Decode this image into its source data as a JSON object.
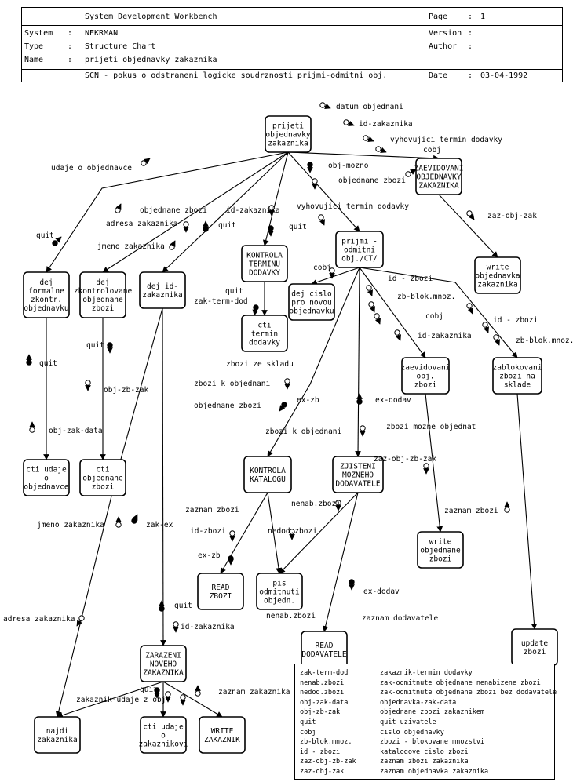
{
  "header": {
    "workbench": "System Development Workbench",
    "system_label": "System",
    "system_sep": ":",
    "system_value": "NEKRMAN",
    "type_label": "Type",
    "type_sep": ":",
    "type_value": "Structure Chart",
    "name_label": "Name",
    "name_sep": ":",
    "name_value": "prijeti objednavky zakaznika",
    "scn": "SCN - pokus o odstraneni logicke soudrznosti prijmi-odmitni obj.",
    "page_label": "Page",
    "page_sep": ":",
    "page_value": "1",
    "version_label": "Version",
    "version_sep": ":",
    "version_value": "",
    "author_label": "Author",
    "author_sep": ":",
    "author_value": "",
    "date_label": "Date",
    "date_sep": ":",
    "date_value": "03-04-1992"
  },
  "nodes": {
    "root": "prijeti|objednavky|zakaznika",
    "zaevidovani_obj": "ZAEVIDOVANI|OBJEDNAVKY|ZAKAZNIKA",
    "write_obj": "write|objednavka|zakaznika",
    "dej_formalne": "dej|formalne|zkontr.|objednavku",
    "dej_zkontrolovane": "dej|zkontrolovane|objednane|zbozi",
    "dej_id": "dej id-|zakaznika",
    "kontrola_termin": "KONTROLA|TERMINU|DODAVKY",
    "cti_termin": "cti|termin|dodavky",
    "prijmi": "prijmi -|odmitni|obj./CT/",
    "dej_cislo": "dej cislo|pro novou|objednavku",
    "zaevidovani_zbozi": "zaevidovani|obj.|zbozi",
    "zablokovani": "zablokovani|zbozi na|sklade",
    "cti_udaje_obj": "cti udaje|o|objednavce",
    "cti_objednane": "cti|objednane|zbozi",
    "kontrola_katalogu": "KONTROLA|KATALOGU",
    "zjisteni": "ZJISTENI|MOZNEHO|DODAVATELE",
    "write_zbozi": "write|objednane|zbozi",
    "read_zbozi": "READ|ZBOZI",
    "pis": "pis|odmitnuti|objedn.",
    "read_dod": "READ|DODAVATELE",
    "update": "update|zbozi",
    "zarazeni": "ZARAZENI|NOVEHO|ZAKAZNIKA",
    "najdi": "najdi|zakaznika",
    "cti_udaje_zak": "cti udaje|o|zakaznikovi",
    "write_zak": "WRITE|ZAKAZNIK"
  },
  "labels": {
    "datum": "datum objednani",
    "id_zak_top": "id-zakaznika",
    "vyhov_top": "vyhovujici termin dodavky",
    "cobj_top": "cobj",
    "udaje": "udaje o objednavce",
    "obj_mozno": "obj-mozno",
    "obj_zbozi_r": "objednane zbozi",
    "objednane_zbozi_l": "objednane zbozi",
    "id_zak_mid": "id-zakaznika",
    "vyhov_mid": "vyhovujici termin dodavky",
    "zaz_obj_zak": "zaz-obj-zak",
    "quit1": "quit",
    "adresa1": "adresa zakaznika",
    "quit2": "quit",
    "quit3": "quit",
    "jmeno1": "jmeno zakaznika",
    "cobj2": "cobj",
    "id_zbozi1": "id - zbozi",
    "zb_blok1": "zb-blok.mnoz.",
    "quit4": "quit",
    "zak_term": "zak-term-dod",
    "cobj3": "cobj",
    "id_zbozi2": "id - zbozi",
    "id_zak3": "id-zakaznika",
    "zb_blok2": "zb-blok.mnoz.",
    "quit5": "quit",
    "quit6": "quit",
    "zbozi_sklad": "zbozi ze skladu",
    "zbozi_k1": "zbozi k objednani",
    "obj_zb_zak": "obj-zb-zak",
    "obj_zb2": "objednane zbozi",
    "ex_zb1": "ex-zb",
    "ex_dodav1": "ex-dodav",
    "obj_zak_data": "obj-zak-data",
    "zbozi_k2": "zbozi k objednani",
    "zbozi_mozne": "zbozi mozne objednat",
    "zaz_obj_zb_zak": "zaz-obj-zb-zak",
    "zaznam_zb1": "zaznam zbozi",
    "nenab": "nenab.zbozi",
    "zaznam_zb2": "zaznam zbozi",
    "jmeno2": "jmeno zakaznika",
    "zak_ex": "zak-ex",
    "id_zbozi3": "id-zbozi",
    "nedod": "nedod.zbozi",
    "ex_zb2": "ex-zb",
    "ex_dodav2": "ex-dodav",
    "quit7": "quit",
    "nenab2": "nenab.zbozi",
    "zaznam_dod": "zaznam dodavatele",
    "adresa2": "adresa zakaznika",
    "id_zak4": "id-zakaznika",
    "quit8": "quit",
    "zak_udaje": "zakaznik-udaje z obj",
    "zaznam_zak": "zaznam zakaznika"
  },
  "legend": [
    {
      "k": "zak-term-dod",
      "v": "zakaznik-termin dodavky"
    },
    {
      "k": "nenab.zbozi",
      "v": "zak-odmitnute objednane nenabizene zbozi"
    },
    {
      "k": "nedod.zbozi",
      "v": "zak-odmitnute objednane zbozi bez dodavatele"
    },
    {
      "k": "obj-zak-data",
      "v": "objednavka-zak-data"
    },
    {
      "k": "obj-zb-zak",
      "v": "objednane zbozi zakaznikem"
    },
    {
      "k": "quit",
      "v": "quit uzivatele"
    },
    {
      "k": "cobj",
      "v": "cislo objednavky"
    },
    {
      "k": "zb-blok.mnoz.",
      "v": "zbozi - blokovane mnozstvi"
    },
    {
      "k": "id - zbozi",
      "v": "katalogove cislo zbozi"
    },
    {
      "k": "zaz-obj-zb-zak",
      "v": "zaznam zbozi zakaznika"
    },
    {
      "k": "zaz-obj-zak",
      "v": "zaznam objednavka zakaznika"
    }
  ]
}
